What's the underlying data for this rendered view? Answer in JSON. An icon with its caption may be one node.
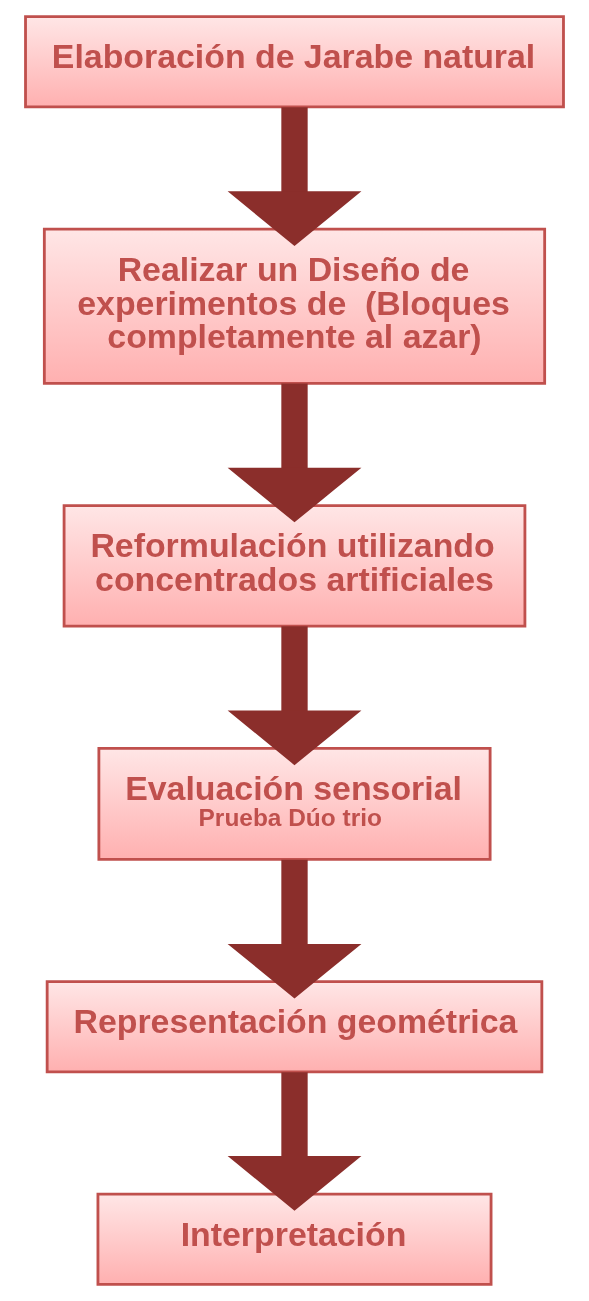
{
  "diagram": {
    "nodes": [
      {
        "text": [
          "Elaboración de Jarabe natural"
        ]
      },
      {
        "text": [
          "Realizar un Diseño de experimentos de  (Bloques completamente al azar)"
        ]
      },
      {
        "text": [
          "Reformulación utilizando concentrados artificiales"
        ]
      },
      {
        "text": [
          "Evaluación sensorial",
          "Prueba Dúo trio"
        ]
      },
      {
        "text": [
          "Representación geométrica"
        ]
      },
      {
        "text": [
          "Interpretación"
        ]
      }
    ],
    "edges": [
      {
        "from": 0,
        "to": 1,
        "arrow": "to"
      },
      {
        "from": 1,
        "to": 2,
        "arrow": "to"
      },
      {
        "from": 2,
        "to": 3,
        "arrow": "to"
      },
      {
        "from": 3,
        "to": 4,
        "arrow": "to"
      },
      {
        "from": 4,
        "to": 5,
        "arrow": "to"
      }
    ]
  }
}
